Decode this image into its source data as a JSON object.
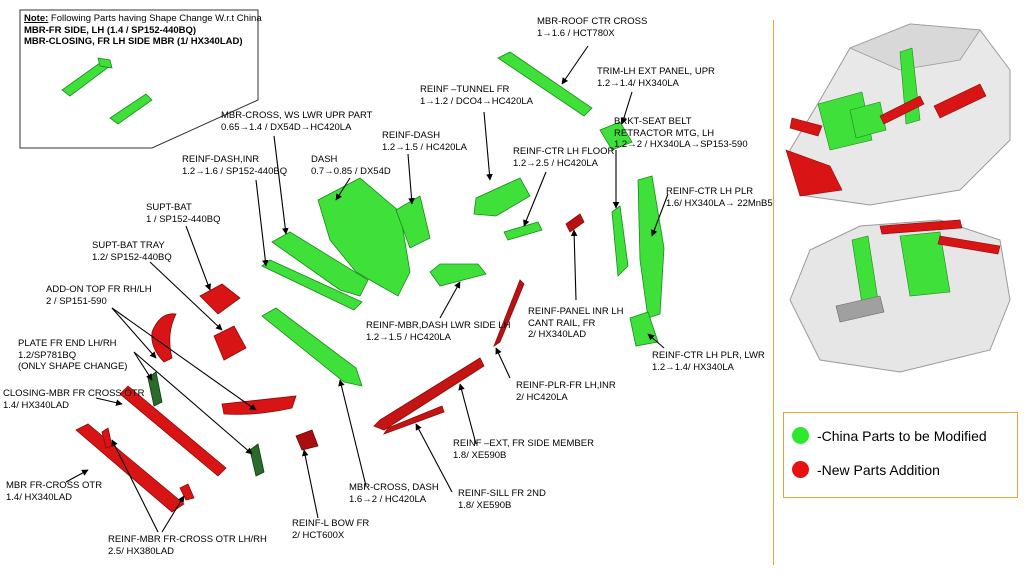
{
  "note": {
    "heading": "Note:",
    "heading_rest": " Following Parts having Shape Change W.r.t China",
    "lines": [
      "MBR-FR SIDE, LH (1.4 / SP152-440BQ)",
      "MBR-CLOSING, FR LH SIDE MBR (1/ HX340LAD)"
    ]
  },
  "labels": {
    "mbr_roof_ctr_cross": [
      "MBR-ROOF CTR CROSS",
      "1→1.6 / HCT780X"
    ],
    "trim_lh_ext_panel": [
      "TRIM-LH EXT PANEL, UPR",
      "1.2→1.4/ HX340LA"
    ],
    "reinf_tunnel_fr": [
      "REINF –TUNNEL FR",
      "1→1.2 / DCO4→HC420LA"
    ],
    "mbr_cross_ws": [
      "MBR-CROSS, WS LWR UPR PART",
      "0.65→1.4 / DX54D→HC420LA"
    ],
    "reinf_dash": [
      "REINF-DASH",
      "1.2→1.5 / HC420LA"
    ],
    "brkt_seat_belt": [
      "BRKT-SEAT BELT",
      "RETRACTOR MTG, LH",
      "1.2→2 / HX340LA→SP153-590"
    ],
    "reinf_ctr_lh_floor": [
      "REINF-CTR LH FLOOR",
      "1.2→2.5 / HC420LA"
    ],
    "reinf_dash_inr": [
      "REINF-DASH,INR",
      "1.2→1.6 / SP152-440BQ"
    ],
    "dash": [
      "DASH",
      "0.7→0.85 / DX54D"
    ],
    "reinf_ctr_lh_plr": [
      "REINF-CTR LH PLR",
      "1.6/ HX340LA→ 22MnB5"
    ],
    "supt_bat": [
      "SUPT-BAT",
      "1 / SP152-440BQ"
    ],
    "supt_bat_tray": [
      "SUPT-BAT TRAY",
      "1.2/ SP152-440BQ"
    ],
    "add_on_top": [
      "ADD-ON TOP FR RH/LH",
      "2 / SP151-590"
    ],
    "reinf_mbr_dash_lwr": [
      "REINF-MBR,DASH LWR SIDE LH",
      "1.2→1.5 / HC420LA"
    ],
    "reinf_panel_inr": [
      "REINF-PANEL INR LH",
      "CANT RAIL, FR",
      "2/ HX340LAD"
    ],
    "plate_fr_end": [
      "PLATE FR END LH/RH",
      "1.2/SP781BQ",
      "(ONLY SHAPE CHANGE)"
    ],
    "reinf_ctr_lh_plr_lwr": [
      "REINF-CTR LH PLR, LWR",
      "1.2→1.4/ HX340LA"
    ],
    "reinf_plr_fr": [
      "REINF-PLR-FR LH,INR",
      "2/ HC420LA"
    ],
    "closing_mbr": [
      "CLOSING-MBR FR CROSS OTR",
      "1.4/ HX340LAD"
    ],
    "reinf_ext_fr_side": [
      "REINF –EXT, FR SIDE MEMBER",
      "1.8/ XE590B"
    ],
    "mbr_fr_cross_otr": [
      "MBR FR-CROSS OTR",
      "1.4/ HX340LAD"
    ],
    "mbr_cross_dash": [
      "MBR-CROSS, DASH",
      "1.6→2 / HC420LA"
    ],
    "reinf_sill_fr": [
      "REINF-SILL FR 2ND",
      "1.8/ XE590B"
    ],
    "reinf_l_bow": [
      "REINF-L BOW FR",
      "2/ HCT600X"
    ],
    "reinf_mbr_fr_cross_otr": [
      "REINF-MBR FR-CROSS OTR LH/RH",
      "2.5/ HX380LAD"
    ]
  },
  "legend": {
    "items": [
      {
        "label": "-China Parts to be Modified",
        "color": "#2ee82e"
      },
      {
        "label": "-New Parts Addition",
        "color": "#e81010"
      }
    ]
  },
  "colors": {
    "green": "#3fe03a",
    "red": "#d81414",
    "gray": "#c9c9c9",
    "accent": "#e8a531"
  },
  "icons": {
    "arrow": "arrow-pointer-line"
  }
}
